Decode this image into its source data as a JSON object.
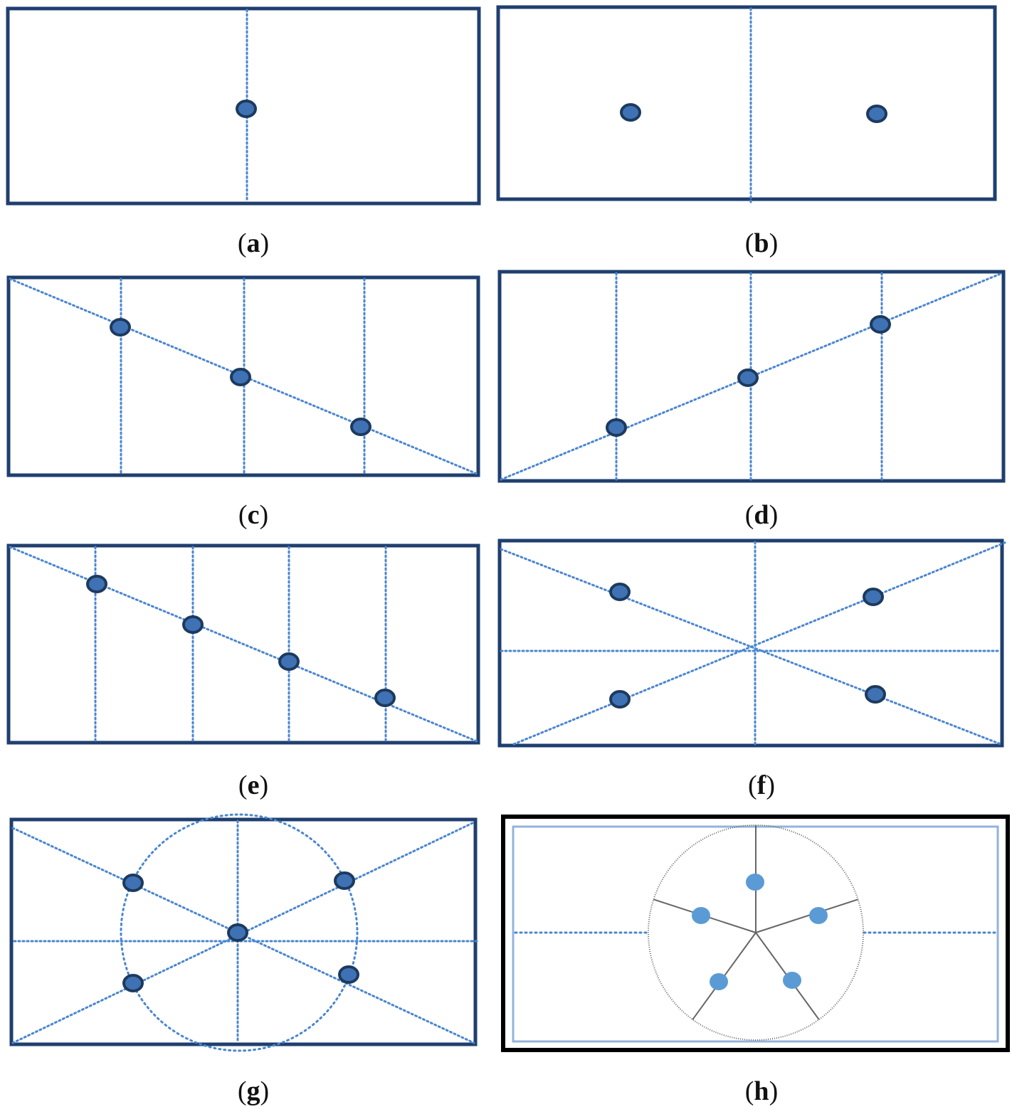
{
  "colors": {
    "panel_border": "#1f3f6f",
    "dotted_line": "#4a86cf",
    "dot_fill": "#3f72b4",
    "dot_outline": "#1d3a5e",
    "panel_h_outer_border": "#000000",
    "panel_h_inner_border": "#93b3db",
    "panel_h_circle": "#666666",
    "panel_h_dot": "#5b9bd5"
  },
  "panels": [
    {
      "id": "a",
      "label": "a",
      "dot_count": 1
    },
    {
      "id": "b",
      "label": "b",
      "dot_count": 2
    },
    {
      "id": "c",
      "label": "c",
      "dot_count": 3
    },
    {
      "id": "d",
      "label": "d",
      "dot_count": 3
    },
    {
      "id": "e",
      "label": "e",
      "dot_count": 4
    },
    {
      "id": "f",
      "label": "f",
      "dot_count": 4
    },
    {
      "id": "g",
      "label": "g",
      "dot_count": 5
    },
    {
      "id": "h",
      "label": "h",
      "dot_count": 5
    }
  ]
}
